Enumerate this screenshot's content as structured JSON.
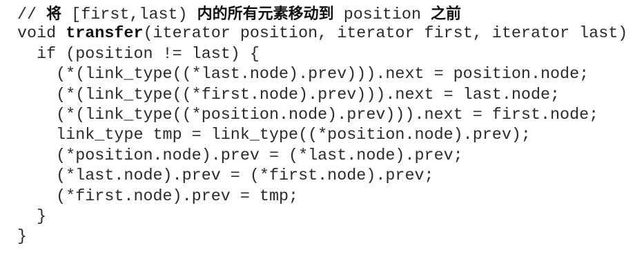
{
  "code": {
    "comment": {
      "prefix": "// ",
      "cjk_1": "将",
      "range": " [first,last) ",
      "cjk_2": "内的所有元素移动到",
      "target": " position ",
      "cjk_3": "之前"
    },
    "signature": {
      "return_type": "void ",
      "function_name": "transfer",
      "params": "(iterator position, iterator first, iterator last)"
    },
    "lines": [
      "  if (position != last) {",
      "    (*(link_type((*last.node).prev))).next = position.node;",
      "    (*(link_type((*first.node).prev))).next = last.node;",
      "    (*(link_type((*position.node).prev))).next = first.node;",
      "    link_type tmp = link_type((*position.node).prev);",
      "    (*position.node).prev = (*last.node).prev;",
      "    (*last.node).prev = (*first.node).prev;",
      "    (*first.node).prev = tmp;",
      "  }",
      "}"
    ]
  },
  "colors": {
    "background": "#ffffff",
    "text": "#2a2a2a"
  }
}
